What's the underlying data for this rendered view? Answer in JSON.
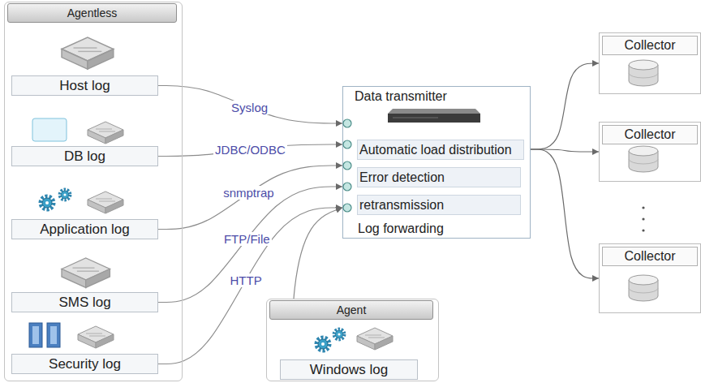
{
  "diagram": {
    "nodes": [
      {
        "text": [
          "Agentless"
        ]
      },
      {
        "text": [
          "Host log"
        ],
        "in": 0
      },
      {
        "text": [
          "DB log"
        ],
        "in": 0
      },
      {
        "text": [
          "Application log"
        ],
        "in": 0
      },
      {
        "text": [
          "SMS log"
        ],
        "in": 0
      },
      {
        "text": [
          "Security log"
        ],
        "in": 0
      },
      {
        "text": [
          "Agent"
        ]
      },
      {
        "text": [
          "Windows log"
        ],
        "in": 6
      },
      {
        "text": [
          "Data transmitter",
          "Log forwarding"
        ]
      },
      {
        "text": [
          "Automatic load distribution"
        ],
        "in": 8
      },
      {
        "text": [
          "Error detection"
        ],
        "in": 8
      },
      {
        "text": [
          "retransmission"
        ],
        "in": 8
      },
      {
        "text": [
          "Collector"
        ]
      },
      {
        "text": [
          "Collector"
        ]
      },
      {
        "text": [
          "Collector"
        ]
      }
    ],
    "edges": [
      {
        "from": 1,
        "to": 8,
        "label": "Syslog",
        "arrow": "to"
      },
      {
        "from": 2,
        "to": 8,
        "label": "JDBC/ODBC",
        "arrow": "to"
      },
      {
        "from": 3,
        "to": 8,
        "label": "snmptrap",
        "arrow": "to"
      },
      {
        "from": 4,
        "to": 8,
        "label": "FTP/File",
        "arrow": "to"
      },
      {
        "from": 5,
        "to": 8,
        "label": "HTTP",
        "arrow": "to"
      },
      {
        "from": 7,
        "to": 8,
        "arrow": "to"
      },
      {
        "from": 8,
        "to": 12,
        "arrow": "to"
      },
      {
        "from": 8,
        "to": 13,
        "arrow": "to"
      },
      {
        "from": 8,
        "to": 14,
        "arrow": "to"
      }
    ]
  }
}
